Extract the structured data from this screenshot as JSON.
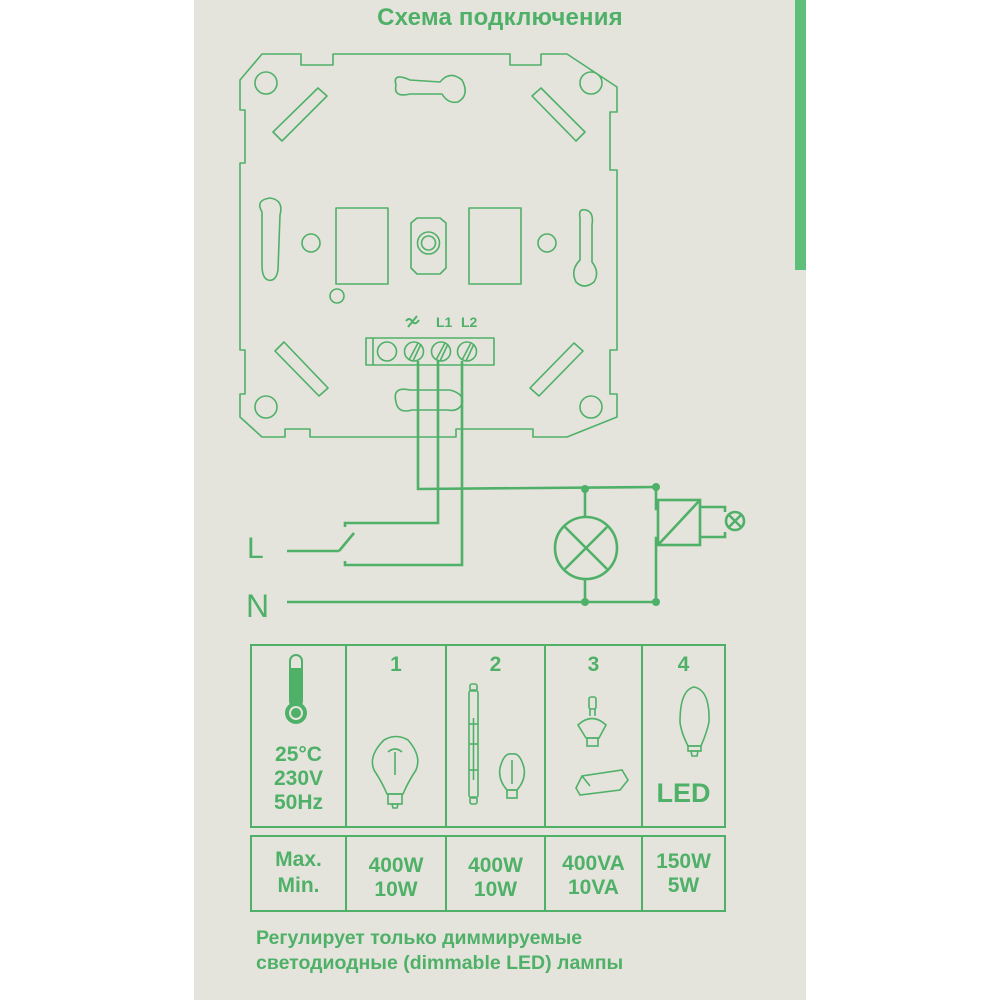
{
  "title": "Схема подключения",
  "colors": {
    "ink": "#4fb068",
    "paper": "#e4e4dc",
    "stripe": "#5dbf7a"
  },
  "terminals": {
    "labels": [
      "∾",
      "L1",
      "L2"
    ],
    "tilde_icon": "ac-tilde-icon"
  },
  "wiring": {
    "line_label": "L",
    "neutral_label": "N"
  },
  "table": {
    "header": {
      "conditions": [
        "25°C",
        "230V",
        "50Hz"
      ],
      "columns": [
        {
          "number": "1",
          "icon": "incandescent-bulb-icon"
        },
        {
          "number": "2",
          "icon": "halogen-lamp-icon"
        },
        {
          "number": "3",
          "icon": "low-voltage-halogen-transformer-icon"
        },
        {
          "number": "4",
          "icon": "led-bulb-icon",
          "label": "LED"
        }
      ]
    },
    "ratings": {
      "row_label_max": "Max.",
      "row_label_min": "Min.",
      "values": [
        {
          "max": "400W",
          "min": "10W"
        },
        {
          "max": "400W",
          "min": "10W"
        },
        {
          "max": "400VA",
          "min": "10VA"
        },
        {
          "max": "150W",
          "min": "5W"
        }
      ]
    }
  },
  "footer": {
    "line1": "Регулирует только диммируемые",
    "line2": "светодиодные (dimmable LED) лампы"
  }
}
